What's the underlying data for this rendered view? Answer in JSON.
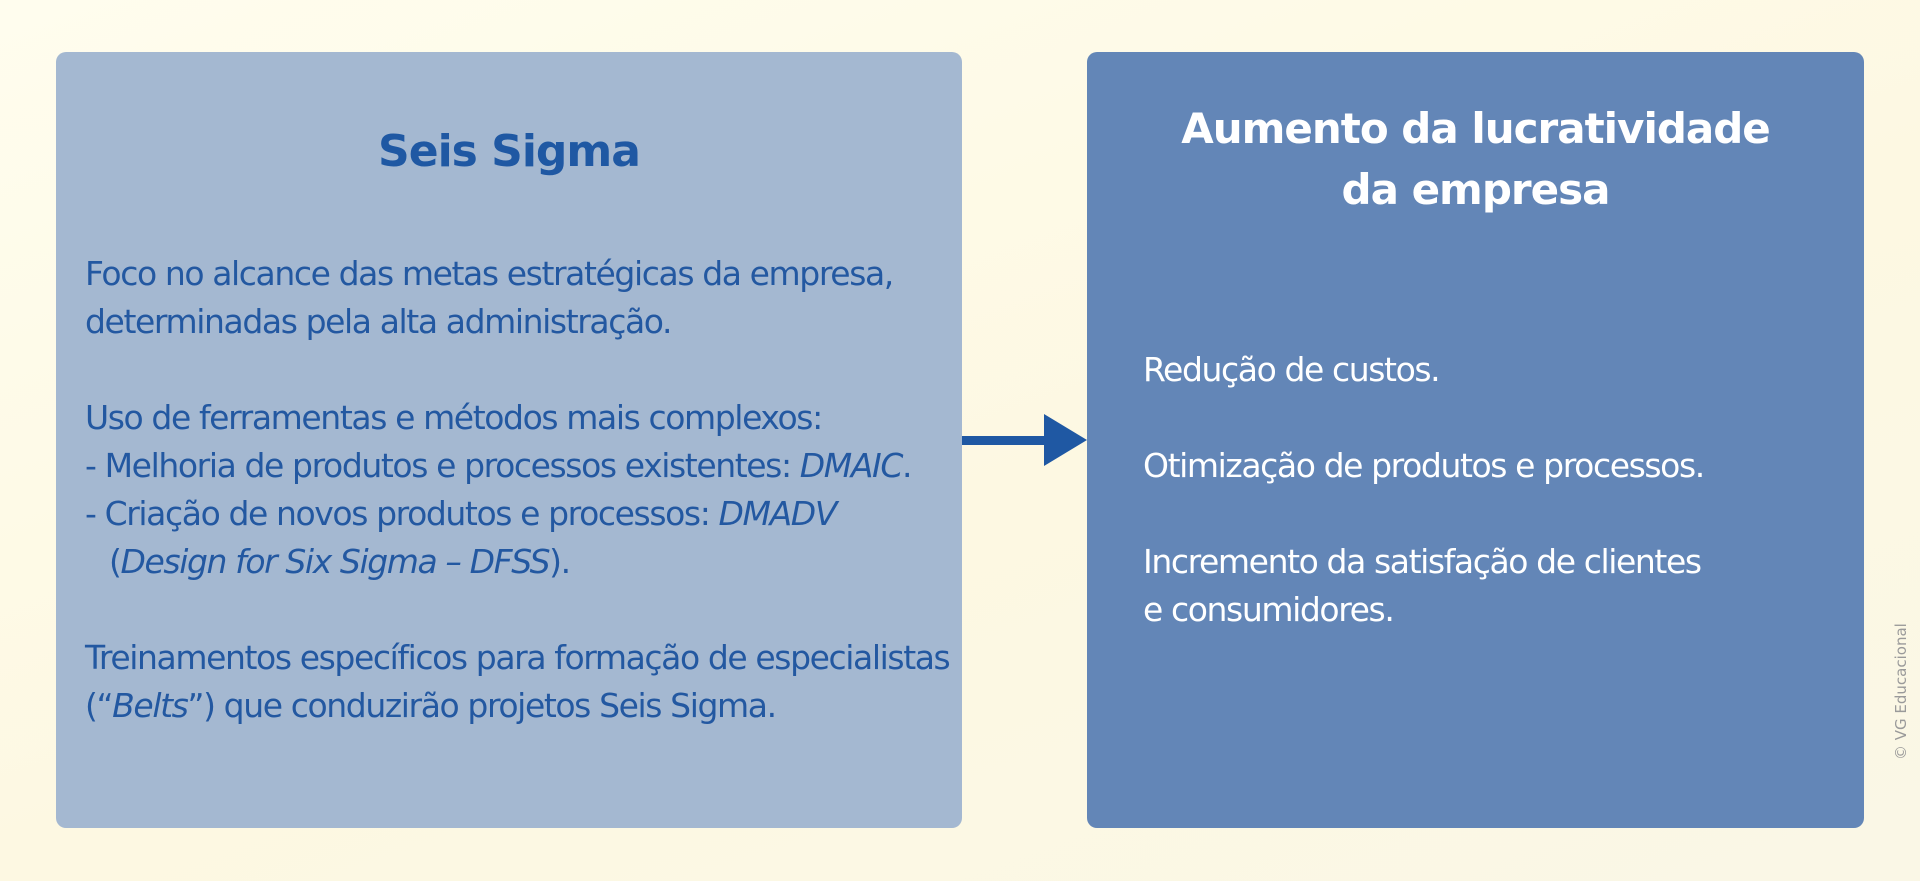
{
  "left_box": {
    "title": "Seis Sigma",
    "p1_l1": "Foco no alcance das metas estratégicas da empresa,",
    "p1_l2": "determinadas pela alta administração.",
    "p2_l1": "Uso de ferramentas e métodos mais complexos:",
    "p2_l2_a": "- Melhoria de produtos e processos existentes: ",
    "p2_l2_b": "DMAIC",
    "p2_l2_c": ".",
    "p2_l3_a": "- Criação de novos produtos e processos: ",
    "p2_l3_b": "DMADV",
    "p2_l4_a": "(",
    "p2_l4_b": "Design for Six Sigma – DFSS",
    "p2_l4_c": ").",
    "p3_l1": "Treinamentos específicos para formação de especialistas",
    "p3_l2_a": "(“",
    "p3_l2_b": "Belts",
    "p3_l2_c": "”) que conduzirão projetos Seis Sigma."
  },
  "right_box": {
    "title_l1": "Aumento da lucratividade",
    "title_l2": "da empresa",
    "item1": "Redução de custos.",
    "item2": "Otimização de produtos e processos.",
    "item3_l1": "Incremento da satisfação de clientes",
    "item3_l2": "e consumidores."
  },
  "credit": "© VG Educacional",
  "colors": {
    "left_box": "#a4b8d1",
    "right_box": "#6386b7",
    "accent_text": "#1f58a3",
    "arrow": "#1f58a3"
  }
}
